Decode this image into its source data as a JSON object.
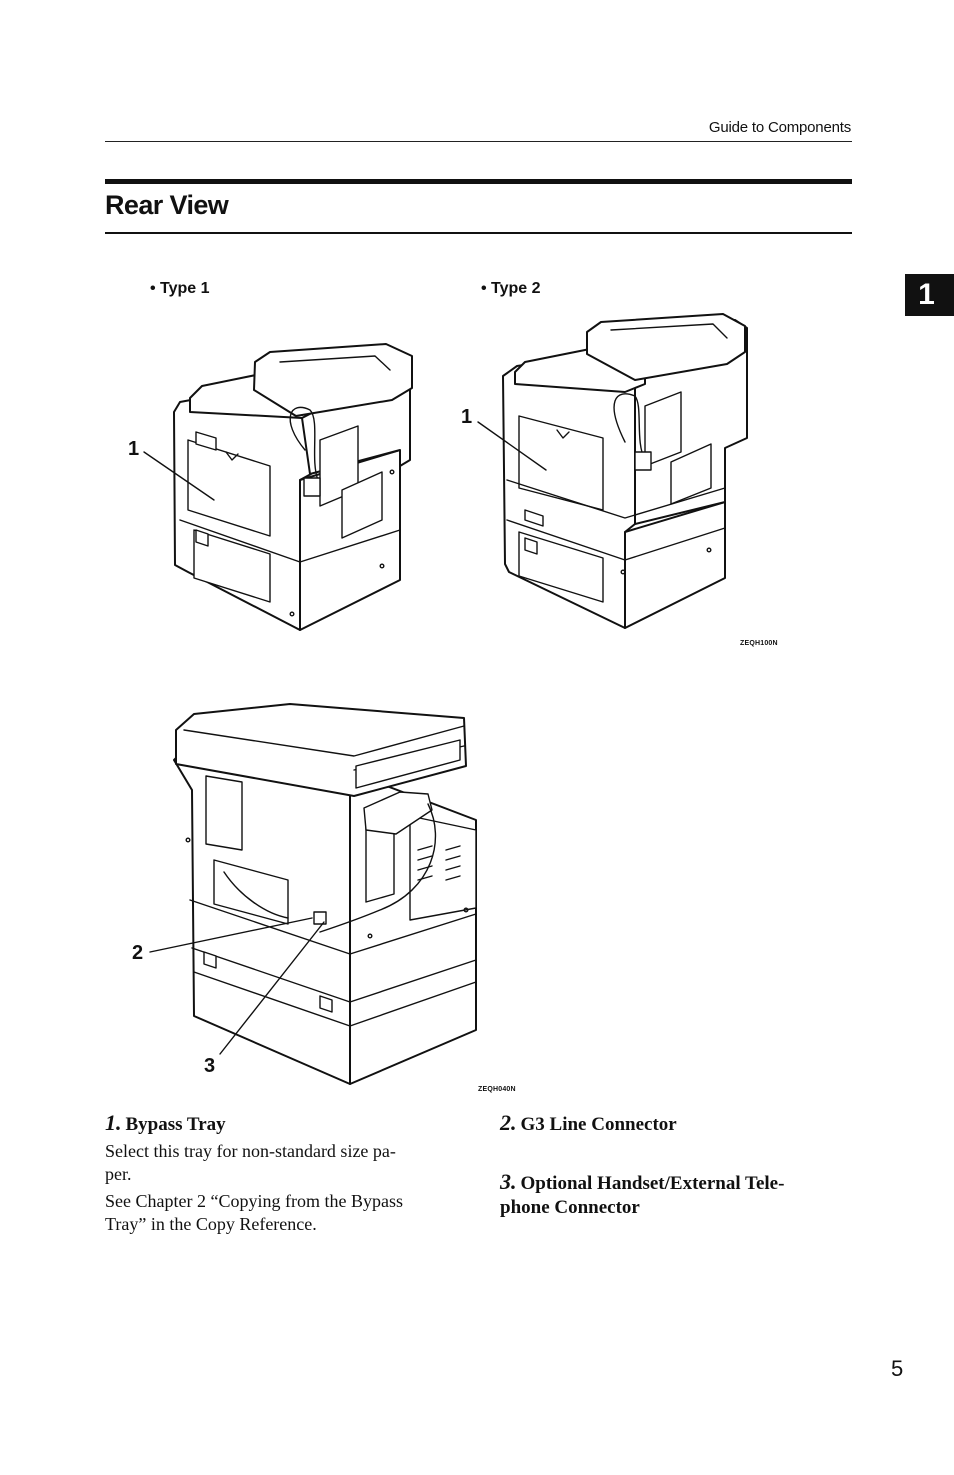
{
  "header": {
    "running_head": "Guide to Components"
  },
  "section": {
    "title": "Rear View"
  },
  "chapter_tab": {
    "number": "1"
  },
  "figures": {
    "type1_label": "• Type 1",
    "type2_label": "• Type 2",
    "type1_callout": "1",
    "type2_callout": "1",
    "code_top": "ZEQH100N",
    "fax_callout_2": "2",
    "fax_callout_3": "3",
    "code_bottom": "ZEQH040N"
  },
  "items": [
    {
      "number": "1.",
      "title": "Bypass Tray",
      "paragraphs": [
        "Select this tray for non-standard size pa-\nper.",
        "See Chapter 2 “Copying from the Bypass\nTray” in the Copy Reference."
      ]
    },
    {
      "number": "2.",
      "title": "G3 Line Connector"
    },
    {
      "number": "3.",
      "title": "Optional Handset/External Tele-\nphone Connector"
    }
  ],
  "footer": {
    "page_number": "5"
  }
}
